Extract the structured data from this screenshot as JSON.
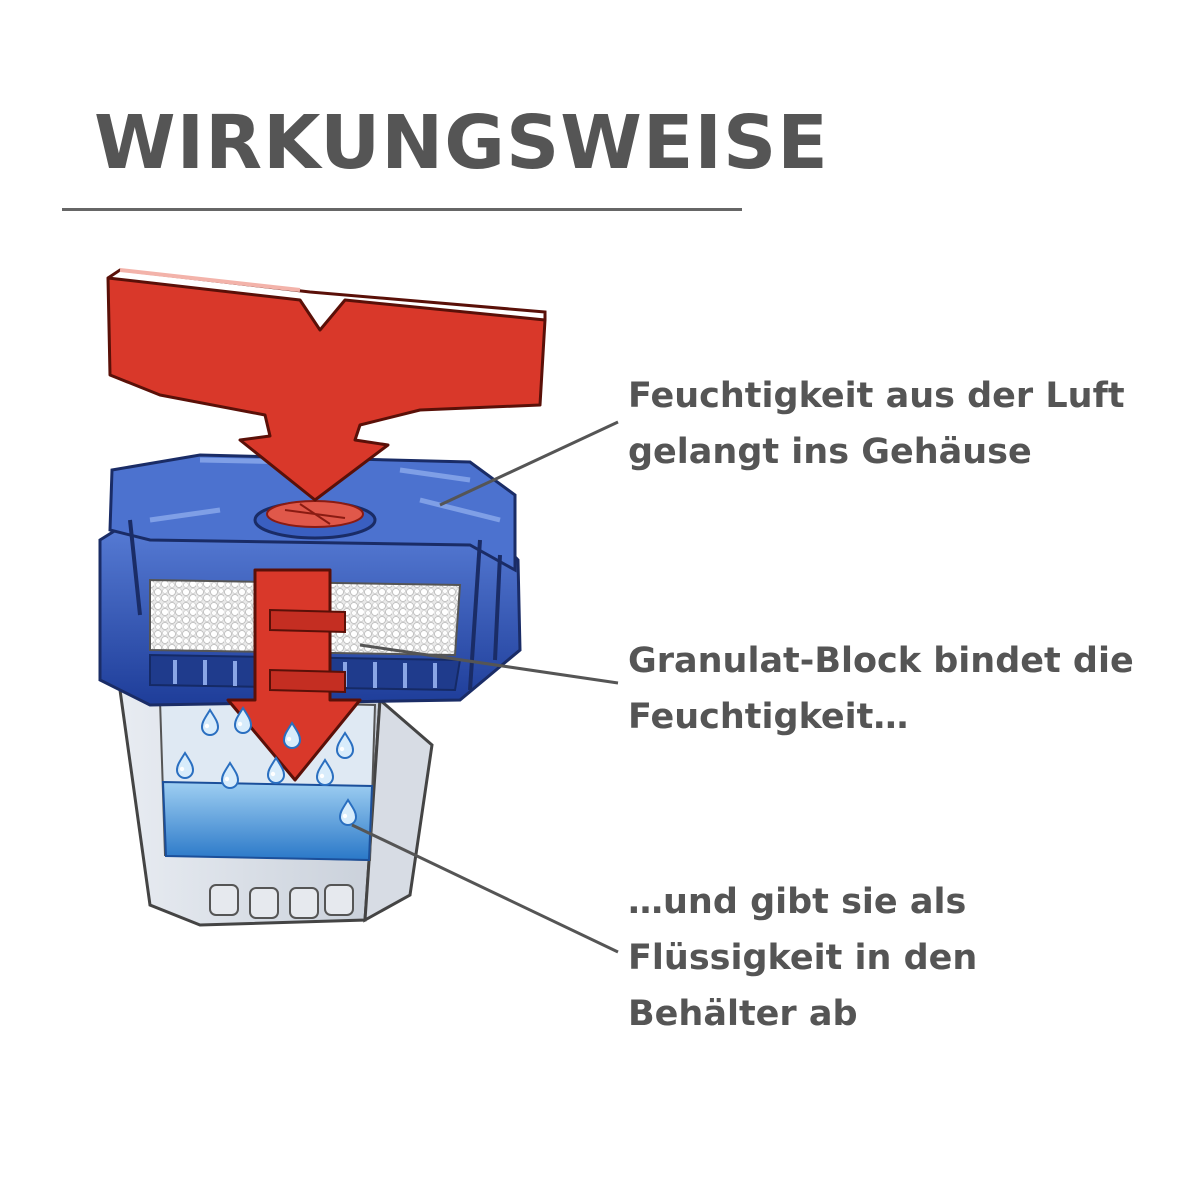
{
  "title": "WIRKUNGSWEISE",
  "captions": [
    {
      "lines": [
        "Feuchtigkeit aus der Luft",
        "gelangt ins Gehäuse"
      ]
    },
    {
      "lines": [
        "Granulat-Block bindet die",
        "Feuchtigkeit…"
      ]
    },
    {
      "lines": [
        "…und gibt sie als",
        "Flüssigkeit in den",
        "Behälter ab"
      ]
    }
  ],
  "colors": {
    "text": "#555555",
    "arrow_red": "#d9382a",
    "lid_blue": "#2a4fb0",
    "water_blue": "#3c8ed8",
    "granulate": "#f4f4f4"
  }
}
